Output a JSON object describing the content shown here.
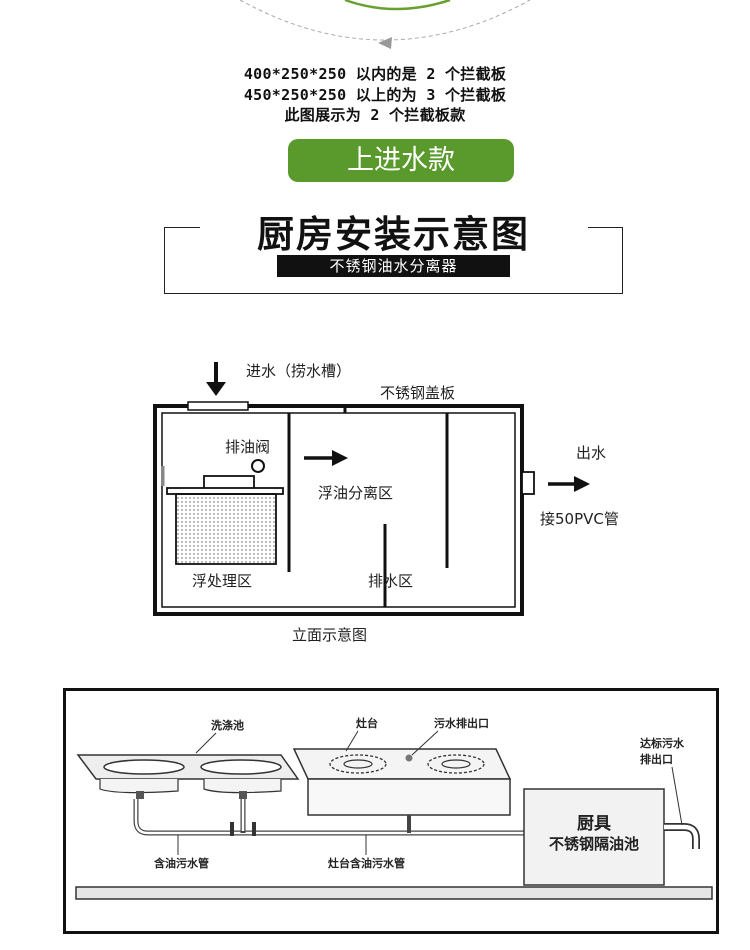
{
  "notes": {
    "line1": "400*250*250 以内的是 2 个拦截板",
    "line2": "450*250*250 以上的为 3 个拦截板",
    "line3": "此图展示为 2 个拦截板款"
  },
  "pill_label": "上进水款",
  "title": {
    "main": "厨房安装示意图",
    "sub": "不锈钢油水分离器"
  },
  "elevation": {
    "inlet": "进水（捞水槽）",
    "cover": "不锈钢盖板",
    "oil_valve": "排油阀",
    "oil_zone": "浮油分离区",
    "float_zone": "浮处理区",
    "drain_zone": "排水区",
    "outlet": "出水",
    "pvc": "接50PVC管",
    "caption": "立面示意图"
  },
  "kitchen": {
    "sink": "洗涤池",
    "stove": "灶台",
    "sewage_outlet": "污水排出口",
    "standard_outlet_l1": "达标污水",
    "standard_outlet_l2": "排出口",
    "oily_pipe": "含油污水管",
    "stove_pipe": "灶台含油污水管",
    "unit_l1": "厨具",
    "unit_l2": "不锈钢隔油池"
  },
  "colors": {
    "pill": "#5a9a2c",
    "arc_green": "#6aa032",
    "dotted_fill": "#d8d8d8"
  }
}
